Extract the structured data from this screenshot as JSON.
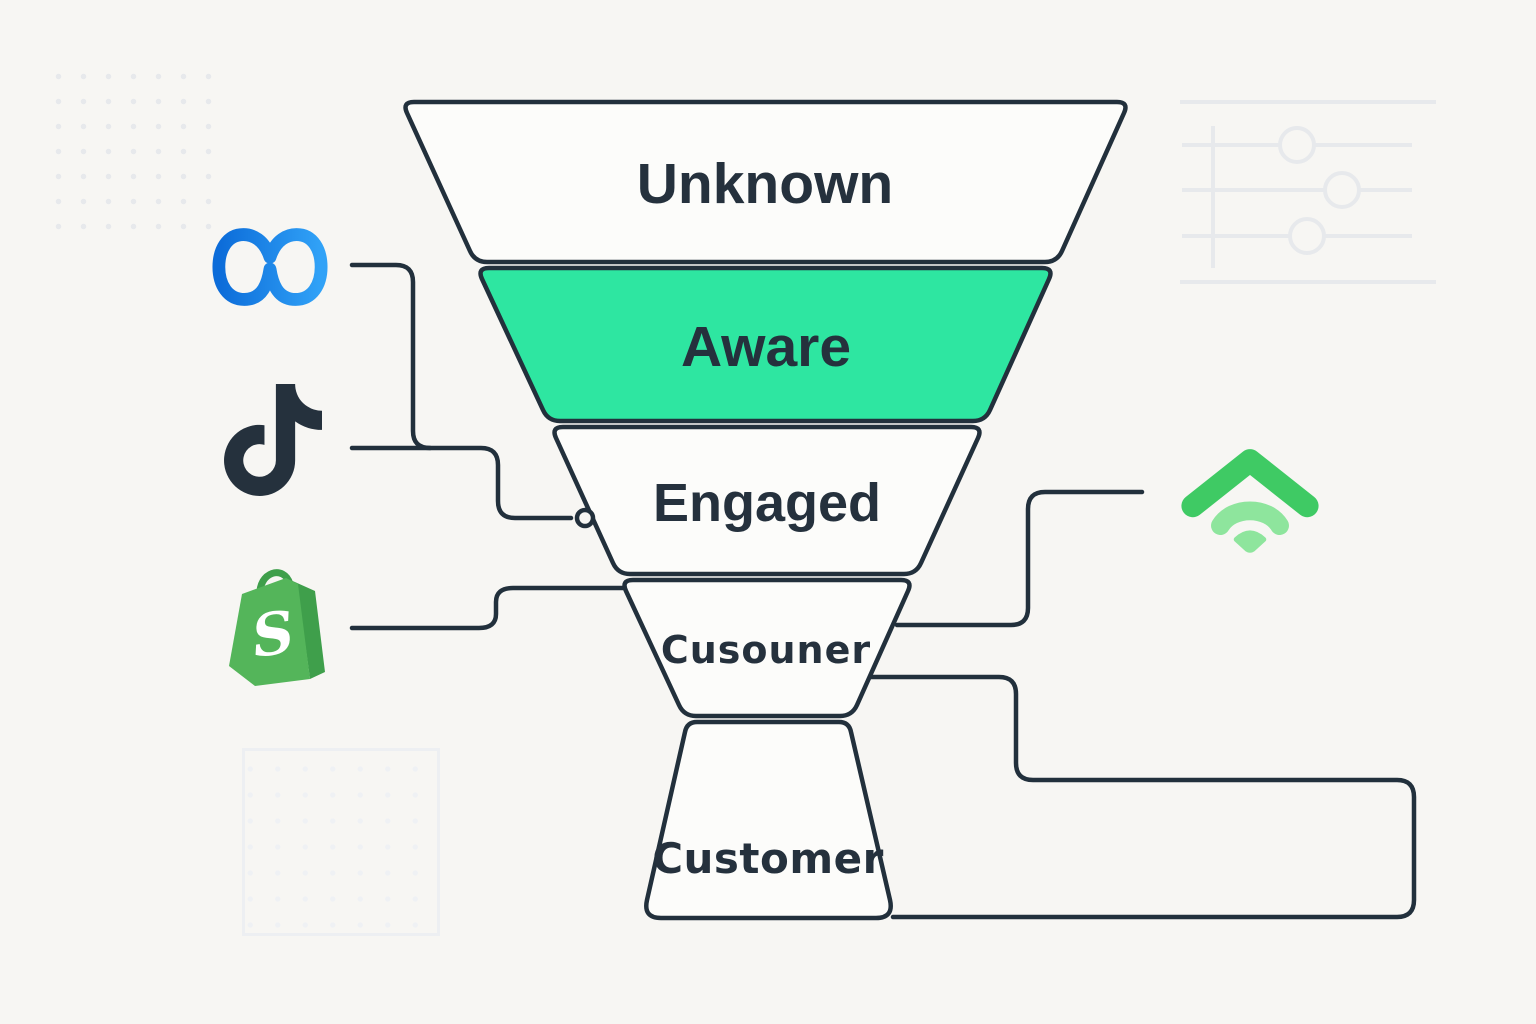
{
  "diagram": {
    "title": "Marketing funnel diagram",
    "funnel": {
      "stages": [
        {
          "label": "Unknown",
          "highlighted": false
        },
        {
          "label": "Aware",
          "highlighted": true
        },
        {
          "label": "Engaged",
          "highlighted": false
        },
        {
          "label": "Cusouner",
          "highlighted": false
        },
        {
          "label": "Customer",
          "highlighted": false
        }
      ]
    },
    "icons": [
      {
        "name": "meta-logo",
        "side": "left"
      },
      {
        "name": "tiktok-logo",
        "side": "left"
      },
      {
        "name": "shopify-logo",
        "side": "left"
      },
      {
        "name": "wifi-signal",
        "side": "right"
      }
    ],
    "colors": {
      "background": "#f7f6f3",
      "outline": "#22303c",
      "text": "#25313d",
      "stage_fill": "#fcfcfa",
      "aware_fill": "#2ee6a1",
      "meta_gradient_start": "#0c6cd9",
      "meta_gradient_end": "#31a2f7",
      "tiktok": "#25313d",
      "shopify_green": "#54b55a",
      "shopify_green_dark": "#3f9f4b",
      "wifi_green": "#3fca64",
      "wifi_green_light": "#8ee59d",
      "decor_gray": "#e7e9ec"
    }
  }
}
